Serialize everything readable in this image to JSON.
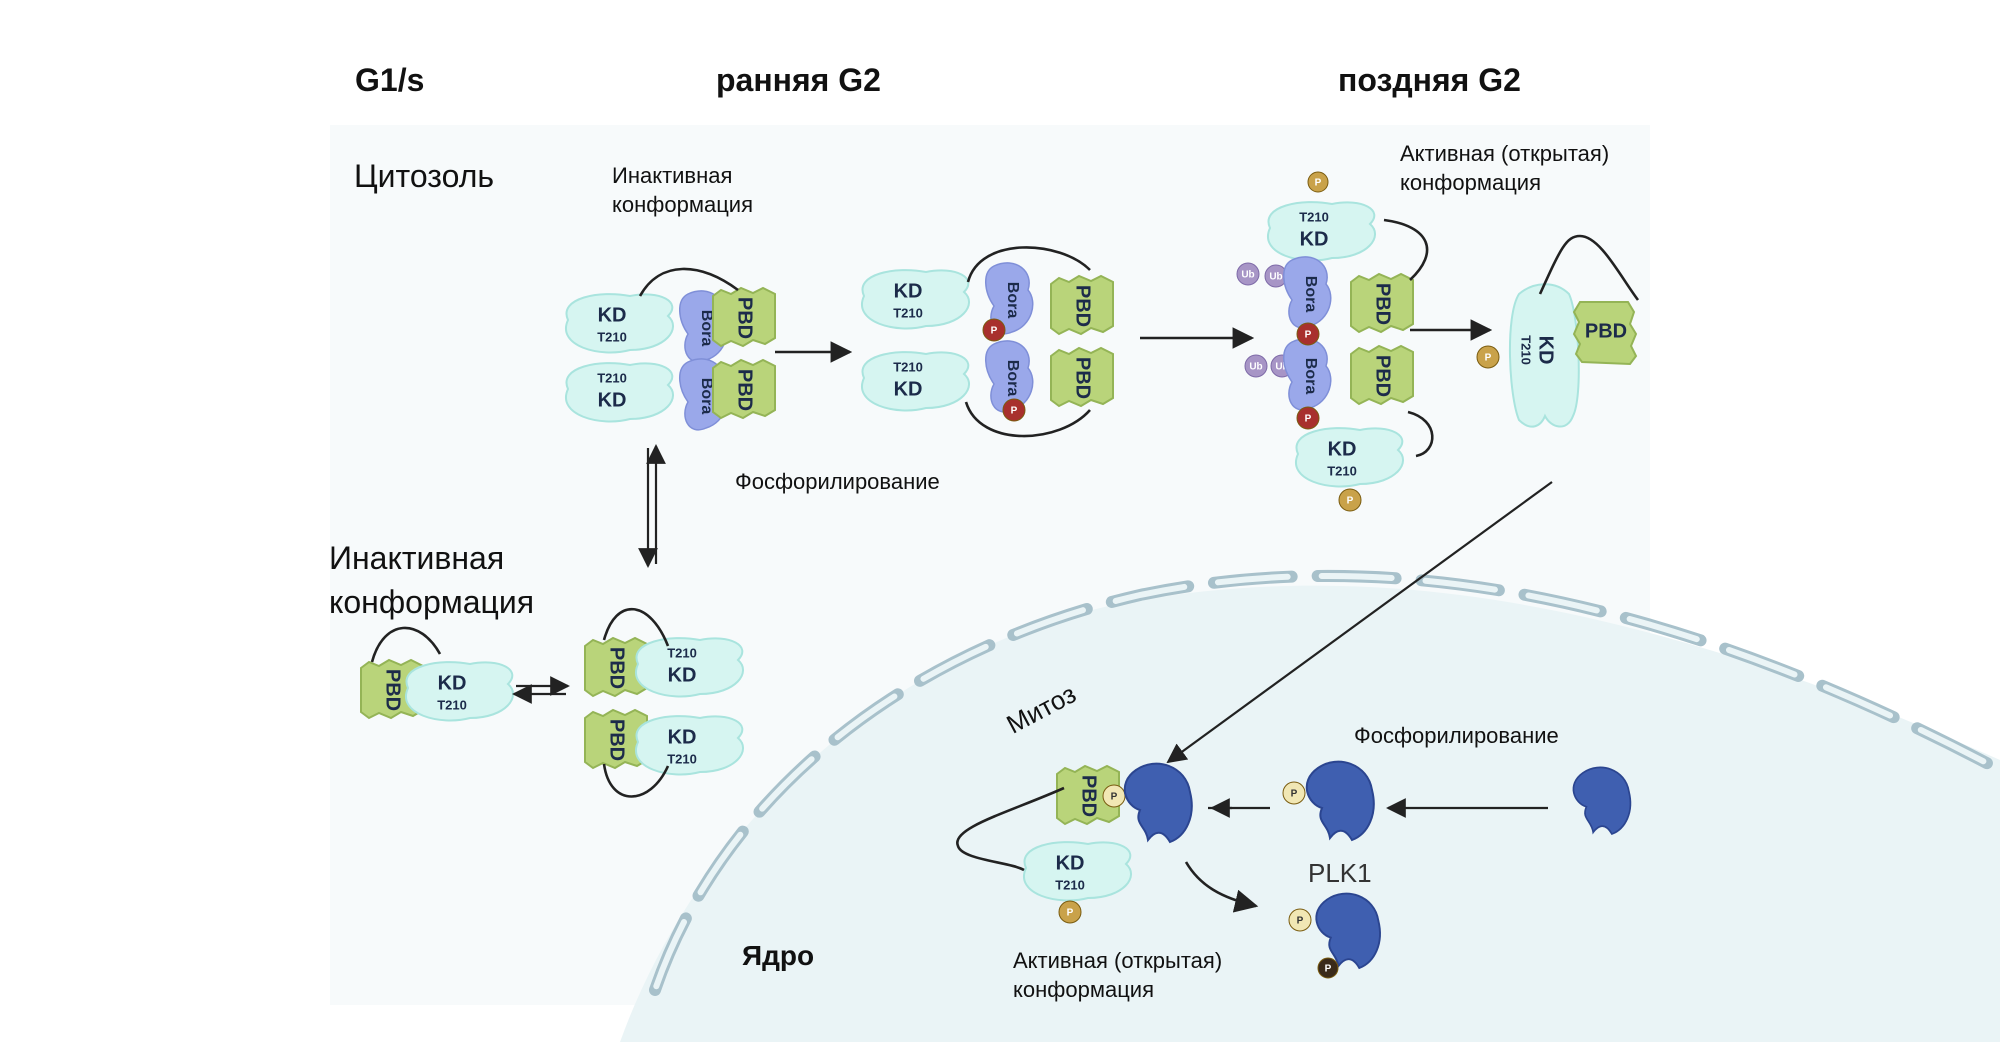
{
  "phases": {
    "g1s": "G1/s",
    "early_g2": "ранняя G2",
    "late_g2": "поздняя G2"
  },
  "labels": {
    "cytosol": "Цитозоль",
    "nucleus": "Ядро",
    "inactive_conformation_top": "Инактивная\nконформация",
    "inactive_conformation_left": "Инактивная\nконформация",
    "active_open_top": "Активная (открытая)\nконформация",
    "active_open_bottom": "Активная (открытая)\nконформация",
    "phosphorylation_top": "Фосфорилирование",
    "phosphorylation_bottom": "Фосфорилирование",
    "mitosis": "Митоз",
    "plk1": "PLK1"
  },
  "domains": {
    "kd": "KD",
    "pbd": "PBD",
    "bora": "Bora",
    "t210": "T210",
    "p": "P",
    "ub": "Ub"
  },
  "colors": {
    "kd_fill": "#d6f5f1",
    "kd_stroke": "#a9e4de",
    "pbd_fill": "#b9d47a",
    "pbd_stroke": "#94b456",
    "bora_fill": "#9aa8ea",
    "plk1_fill": "#3f5fb0",
    "p_gold": "#c9a24a",
    "p_red": "#a8302d",
    "p_cream": "#f1e7b4",
    "ub_fill": "#a795c6",
    "nucleus_fill": "#eaf4f6",
    "pore_stroke": "#a8c1cb"
  }
}
